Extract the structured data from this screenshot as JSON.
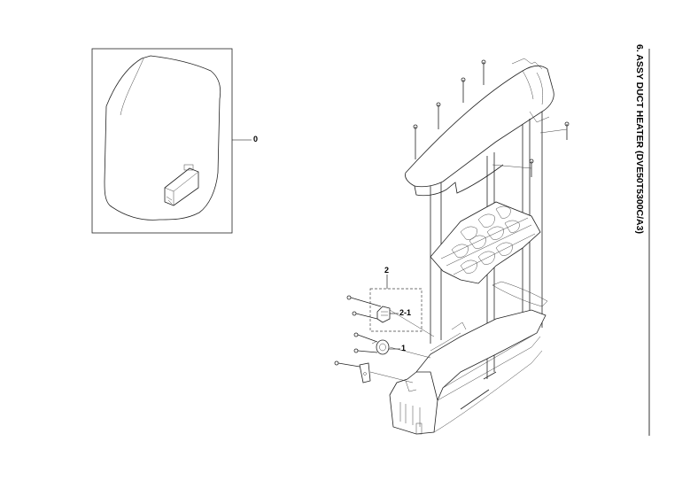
{
  "title": "6. ASSY DUCT HEATER (DVE50T5300C/A3)",
  "callouts": {
    "c0": "0",
    "c1": "1",
    "c2": "2",
    "c2_1": "2-1"
  }
}
